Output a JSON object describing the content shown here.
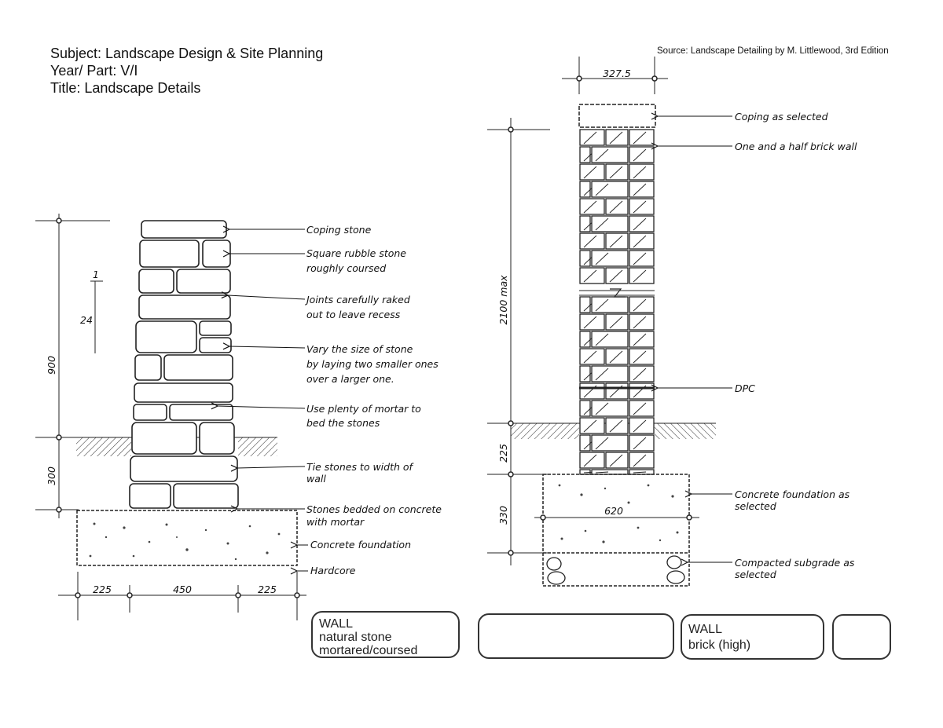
{
  "header": {
    "subject": "Subject: Landscape Design & Site Planning",
    "year_part": "Year/ Part: V/I",
    "title": "Title: Landscape Details"
  },
  "source": "Source: Landscape Detailing by M. Littlewood, 3rd Edition",
  "stone_wall": {
    "labels": {
      "coping": "Coping stone",
      "rubble_1": "Square rubble stone",
      "rubble_2": "roughly coursed",
      "joints_1": "Joints carefully raked",
      "joints_2": "out to leave recess",
      "vary_1": "Vary the size of stone",
      "vary_2": "by laying two smaller ones",
      "vary_3": "over a larger one.",
      "mortar_1": "Use plenty of mortar to",
      "mortar_2": "bed the stones",
      "tie_1": "Tie stones to width of",
      "tie_2": "wall",
      "bedded_1": "Stones bedded on concrete",
      "bedded_2": "with mortar",
      "foundation": "Concrete foundation",
      "hardcore": "Hardcore"
    },
    "dims": {
      "height_above": "900",
      "height_below": "300",
      "width_left": "225",
      "width_mid": "450",
      "width_right": "225",
      "batter_top": "1",
      "batter_side": "24"
    }
  },
  "brick_wall": {
    "labels": {
      "coping": "Coping as selected",
      "wall": "One and a half brick wall",
      "dpc": "DPC",
      "foundation_1": "Concrete foundation as",
      "foundation_2": "selected",
      "subgrade_1": "Compacted subgrade as",
      "subgrade_2": "selected"
    },
    "dims": {
      "width": "327.5",
      "height": "2100 max",
      "below_ground": "225",
      "foundation_depth": "330",
      "foundation_width": "620"
    }
  },
  "panels": {
    "stone": {
      "line1": "WALL",
      "line2": "natural stone",
      "line3": "mortared/coursed"
    },
    "brick": {
      "line1": "WALL",
      "line2": "brick (high)"
    }
  }
}
